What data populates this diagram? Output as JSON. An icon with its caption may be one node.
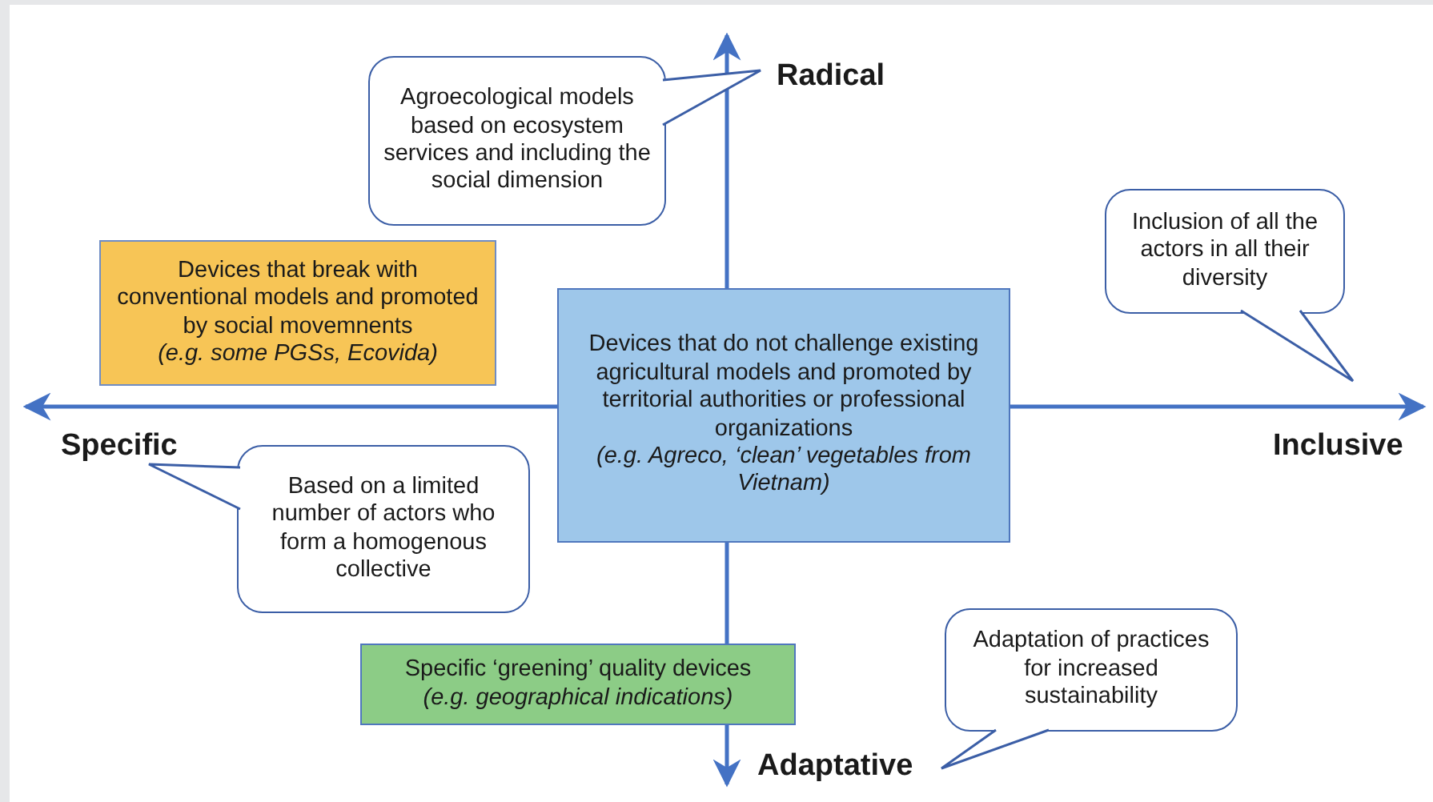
{
  "diagram": {
    "nodes": [
      {
        "text": [
          "Agroecological models based on ecosystem services and including the social dimension"
        ]
      },
      {
        "text": [
          "Inclusion of all the actors in all their diversity"
        ]
      },
      {
        "text": [
          "Devices that break with conventional models and promoted by social movemnents",
          "(e.g. some PGSs, Ecovida)"
        ]
      },
      {
        "text": [
          "Devices that do not challenge existing agricultural models and promoted by territorial authorities or professional organizations",
          "(e.g. Agreco, ‘clean’ vegetables from Vietnam)"
        ]
      },
      {
        "text": [
          "Based on a limited number of actors who form a homogenous collective"
        ]
      },
      {
        "text": [
          "Specific ‘greening’ quality devices",
          "(e.g. geographical indications)"
        ]
      },
      {
        "text": [
          "Adaptation of practices for increased sustainability"
        ]
      }
    ],
    "edges": [],
    "labels": [
      "Radical",
      "Specific",
      "Inclusive",
      "Adaptative"
    ]
  }
}
